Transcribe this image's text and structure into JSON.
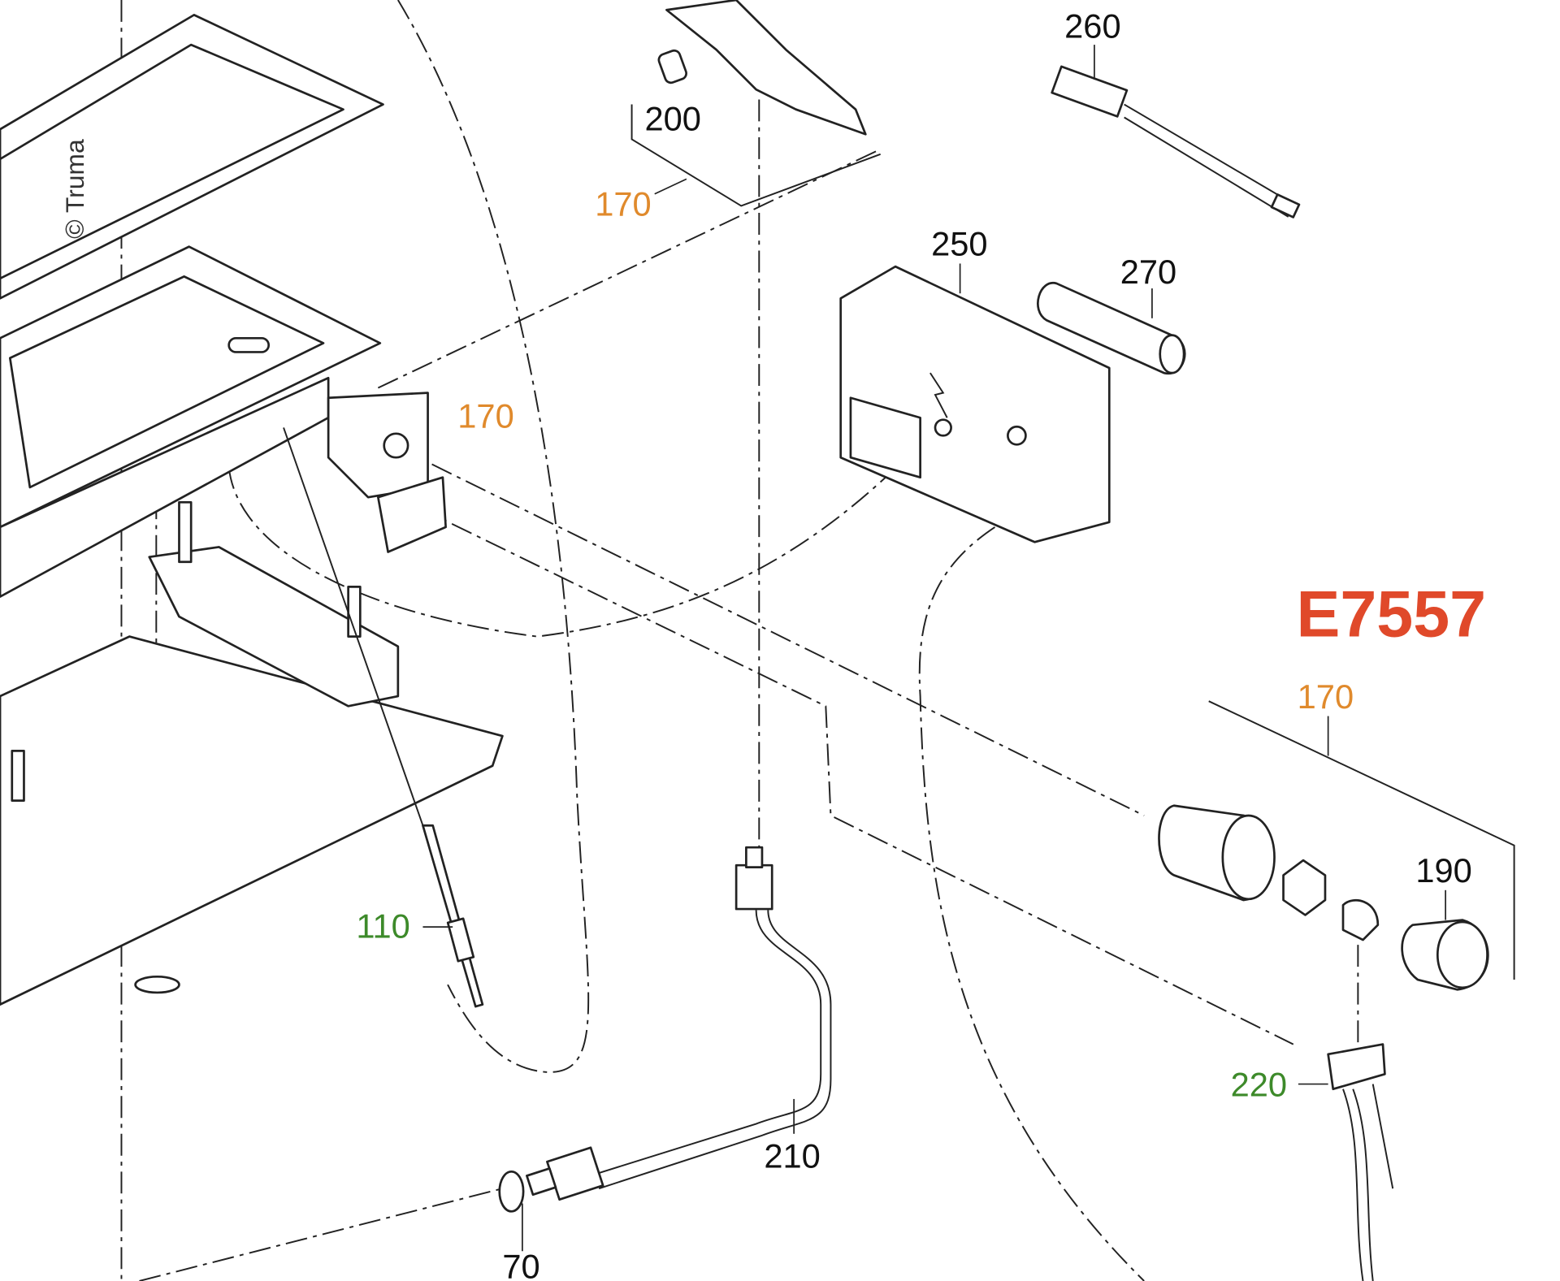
{
  "diagram": {
    "code": "E7557",
    "copyright": "© Truma",
    "colors": {
      "orange": "#e08a2c",
      "green": "#3d8a2a",
      "code": "#e0492a"
    },
    "labels": {
      "p260": "260",
      "p200": "200",
      "p170_top": "170",
      "p250": "250",
      "p270": "270",
      "p170_mid": "170",
      "p170_right": "170",
      "p190": "190",
      "p110": "110",
      "p220": "220",
      "p210": "210",
      "p70": "70"
    }
  }
}
